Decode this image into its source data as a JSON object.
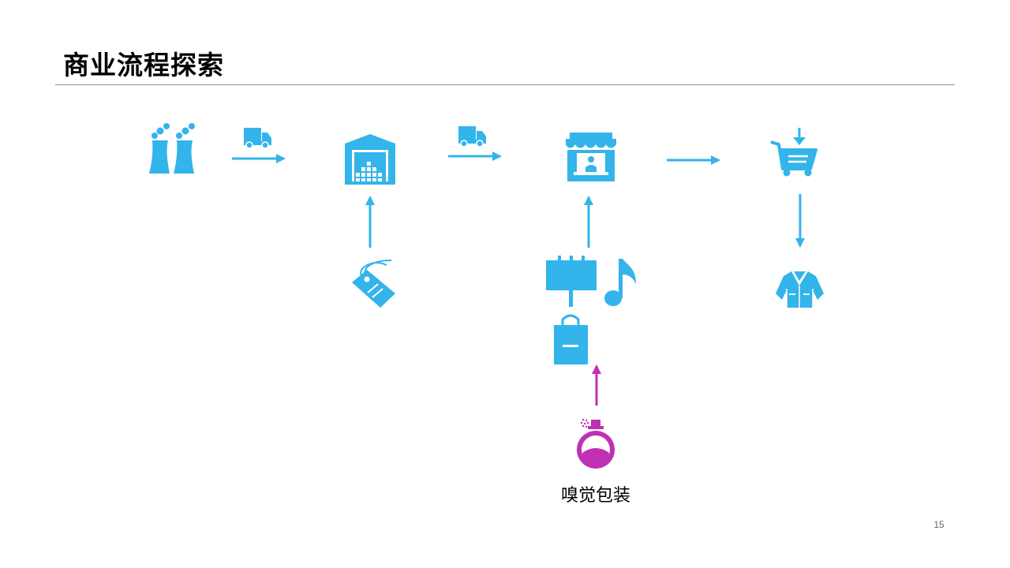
{
  "slide": {
    "title": "商业流程探索",
    "caption": "嗅觉包装",
    "page_number": "15"
  },
  "colors": {
    "icon_blue": "#33b4eb",
    "accent_magenta": "#c030b4",
    "rule_gray": "#8c8c8c"
  },
  "icons": [
    "factory-icon",
    "truck-icon",
    "warehouse-icon",
    "store-icon",
    "shopping-cart-icon",
    "price-tag-icon",
    "billboard-icon",
    "music-note-icon",
    "shopping-bag-icon",
    "perfume-bottle-icon",
    "jacket-icon"
  ]
}
